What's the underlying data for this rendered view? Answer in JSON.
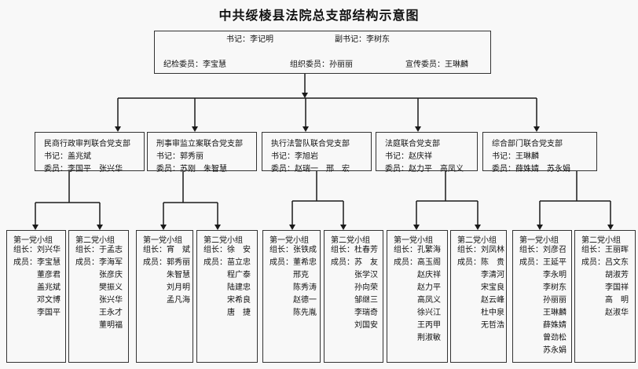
{
  "title": "中共绥棱县法院总支部结构示意图",
  "top": {
    "secretary": "书记：李记明",
    "deputy": "副书记：李树东",
    "discipline": "纪检委员：李宝慧",
    "organization": "组织委员：孙丽丽",
    "propaganda": "宣传委员：王琳麟"
  },
  "branches": [
    {
      "name": "民商行政审判联合党支部",
      "secretary": "书记：盖兆斌",
      "members": "委员：李国平　张兴华"
    },
    {
      "name": "刑事审监立案联合党支部",
      "secretary": "书记：郭秀丽",
      "members": "委员：苏刚　朱智慧"
    },
    {
      "name": "执行法警队联合党支部",
      "secretary": "书记：李旭岩",
      "members": "委员：赵瑞一　邢　宏"
    },
    {
      "name": "法庭联合党支部",
      "secretary": "书记：赵庆祥",
      "members": "委员：赵力平　高凤义"
    },
    {
      "name": "综合部门联合党支部",
      "secretary": "书记：王琳麟",
      "members": "委员：薛姝婧　苏永娟"
    }
  ],
  "groups": [
    {
      "title": "第一党小组",
      "leader": "组长：刘兴华",
      "members_label": "成员：",
      "members": [
        "李宝慧",
        "董彦君",
        "盖兆斌",
        "邓文博",
        "李国平"
      ]
    },
    {
      "title": "第二党小组",
      "leader": "组长：于孟志",
      "members_label": "成员：",
      "members": [
        "李海军",
        "张彦庆",
        "樊振义",
        "张兴华",
        "王永才",
        "董明福"
      ]
    },
    {
      "title": "第一党小组",
      "leader": "组长：宵　斌",
      "members_label": "成员：",
      "members": [
        "郭秀丽",
        "朱智慧",
        "刘月明",
        "孟凡海"
      ]
    },
    {
      "title": "第二党小组",
      "leader": "组长：徐　安",
      "members_label": "成员：",
      "members": [
        "苗立忠",
        "程广泰",
        "陆建忠",
        "宋希良",
        "唐　捷"
      ]
    },
    {
      "title": "第一党小组",
      "leader": "组长：张铁成",
      "members_label": "成员：",
      "members": [
        "董希忠",
        "邢克",
        "陈秀涛",
        "赵德一",
        "陈先胤"
      ]
    },
    {
      "title": "第二党小组",
      "leader": "组长：杜春芳",
      "members_label": "成员：",
      "members": [
        "苏　友",
        "张学汉",
        "孙向荣",
        "邹继三",
        "李瑞奇",
        "刘国安"
      ]
    },
    {
      "title": "第一党小组",
      "leader": "组长：孔繁海",
      "members_label": "成员：",
      "members": [
        "高玉阁",
        "赵庆祥",
        "赵力平",
        "高凤义",
        "徐兴江",
        "王丙甲",
        "荆淑敏"
      ]
    },
    {
      "title": "第二党小组",
      "leader": "组长：刘凤林",
      "members_label": "成员：",
      "members": [
        "陈　贵",
        "李清河",
        "宋宝良",
        "赵云峰",
        "杜中泉",
        "无哲浩"
      ]
    },
    {
      "title": "第一党小组",
      "leader": "组长：刘彦召",
      "members_label": "成员：",
      "members": [
        "王延平",
        "李永明",
        "李树东",
        "孙丽丽",
        "王琳麟",
        "薛姝婧",
        "曾劲松",
        "苏永娟"
      ]
    },
    {
      "title": "第二党小组",
      "leader": "组长：王丽晖",
      "members_label": "成员：",
      "members": [
        "吕文东",
        "胡淑芳",
        "李国祥",
        "高　明",
        "赵淑华"
      ]
    }
  ]
}
